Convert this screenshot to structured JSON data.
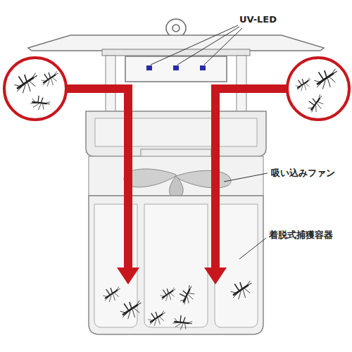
{
  "diagram": {
    "labels": [
      "UV-LED",
      "吸い込みファン",
      "着脱式捕獲容器"
    ]
  }
}
